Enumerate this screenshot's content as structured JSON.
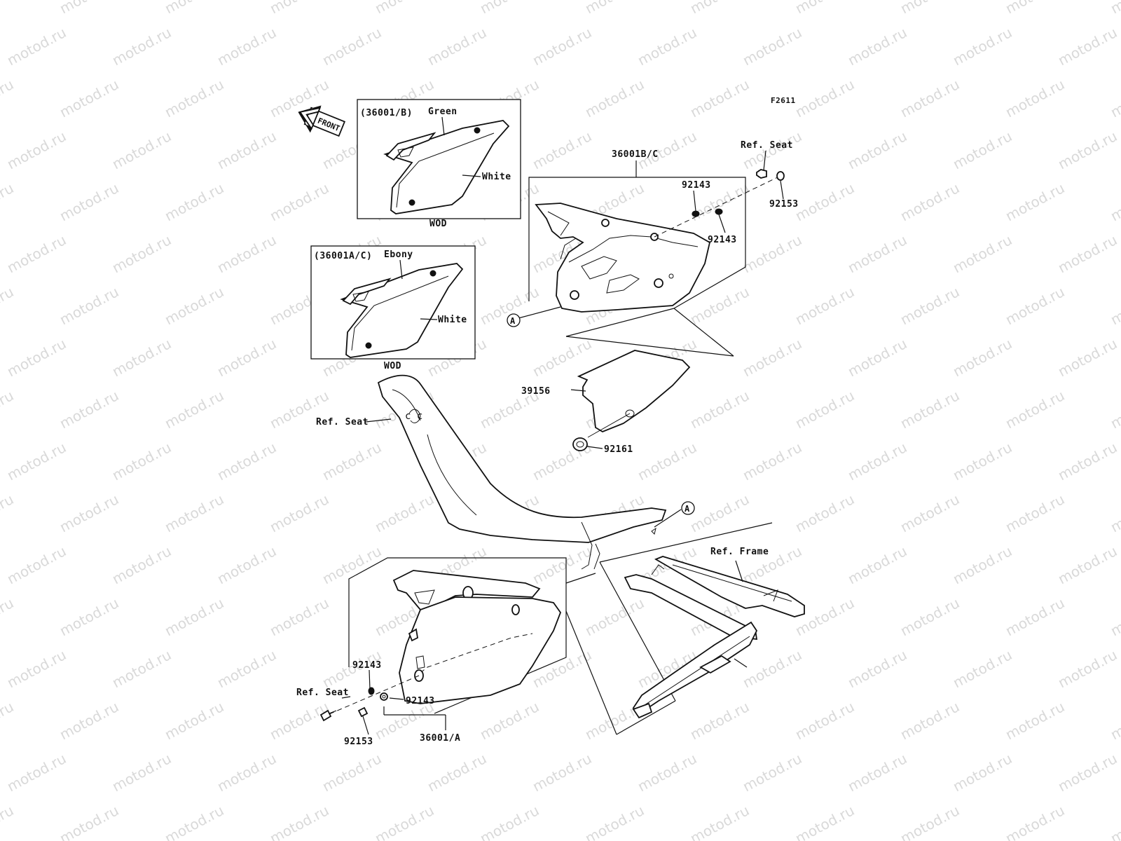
{
  "figure_code": "F2611",
  "front_arrow_label": "FRONT",
  "watermark_text": "motod.ru",
  "insets": {
    "upper": {
      "title": "(36001/B)",
      "color_top": "Green",
      "color_panel": "White",
      "caption": "WOD"
    },
    "lower": {
      "title": "(36001A/C)",
      "color_top": "Ebony",
      "color_panel": "White",
      "caption": "WOD"
    }
  },
  "labels": {
    "ref_seat_top": "Ref. Seat",
    "part_36001bc": "36001B/C",
    "part_92143_a": "92143",
    "part_92143_b": "92143",
    "part_92153_top": "92153",
    "callout_a_top": "A",
    "part_39156": "39156",
    "part_92161": "92161",
    "ref_seat_mid": "Ref. Seat",
    "callout_a_seat": "A",
    "ref_frame": "Ref. Frame",
    "part_92143_c": "92143",
    "ref_seat_bottom": "Ref. Seat",
    "part_92143_d": "92143",
    "part_92153_bottom": "92153",
    "part_36001a": "36001/A"
  }
}
